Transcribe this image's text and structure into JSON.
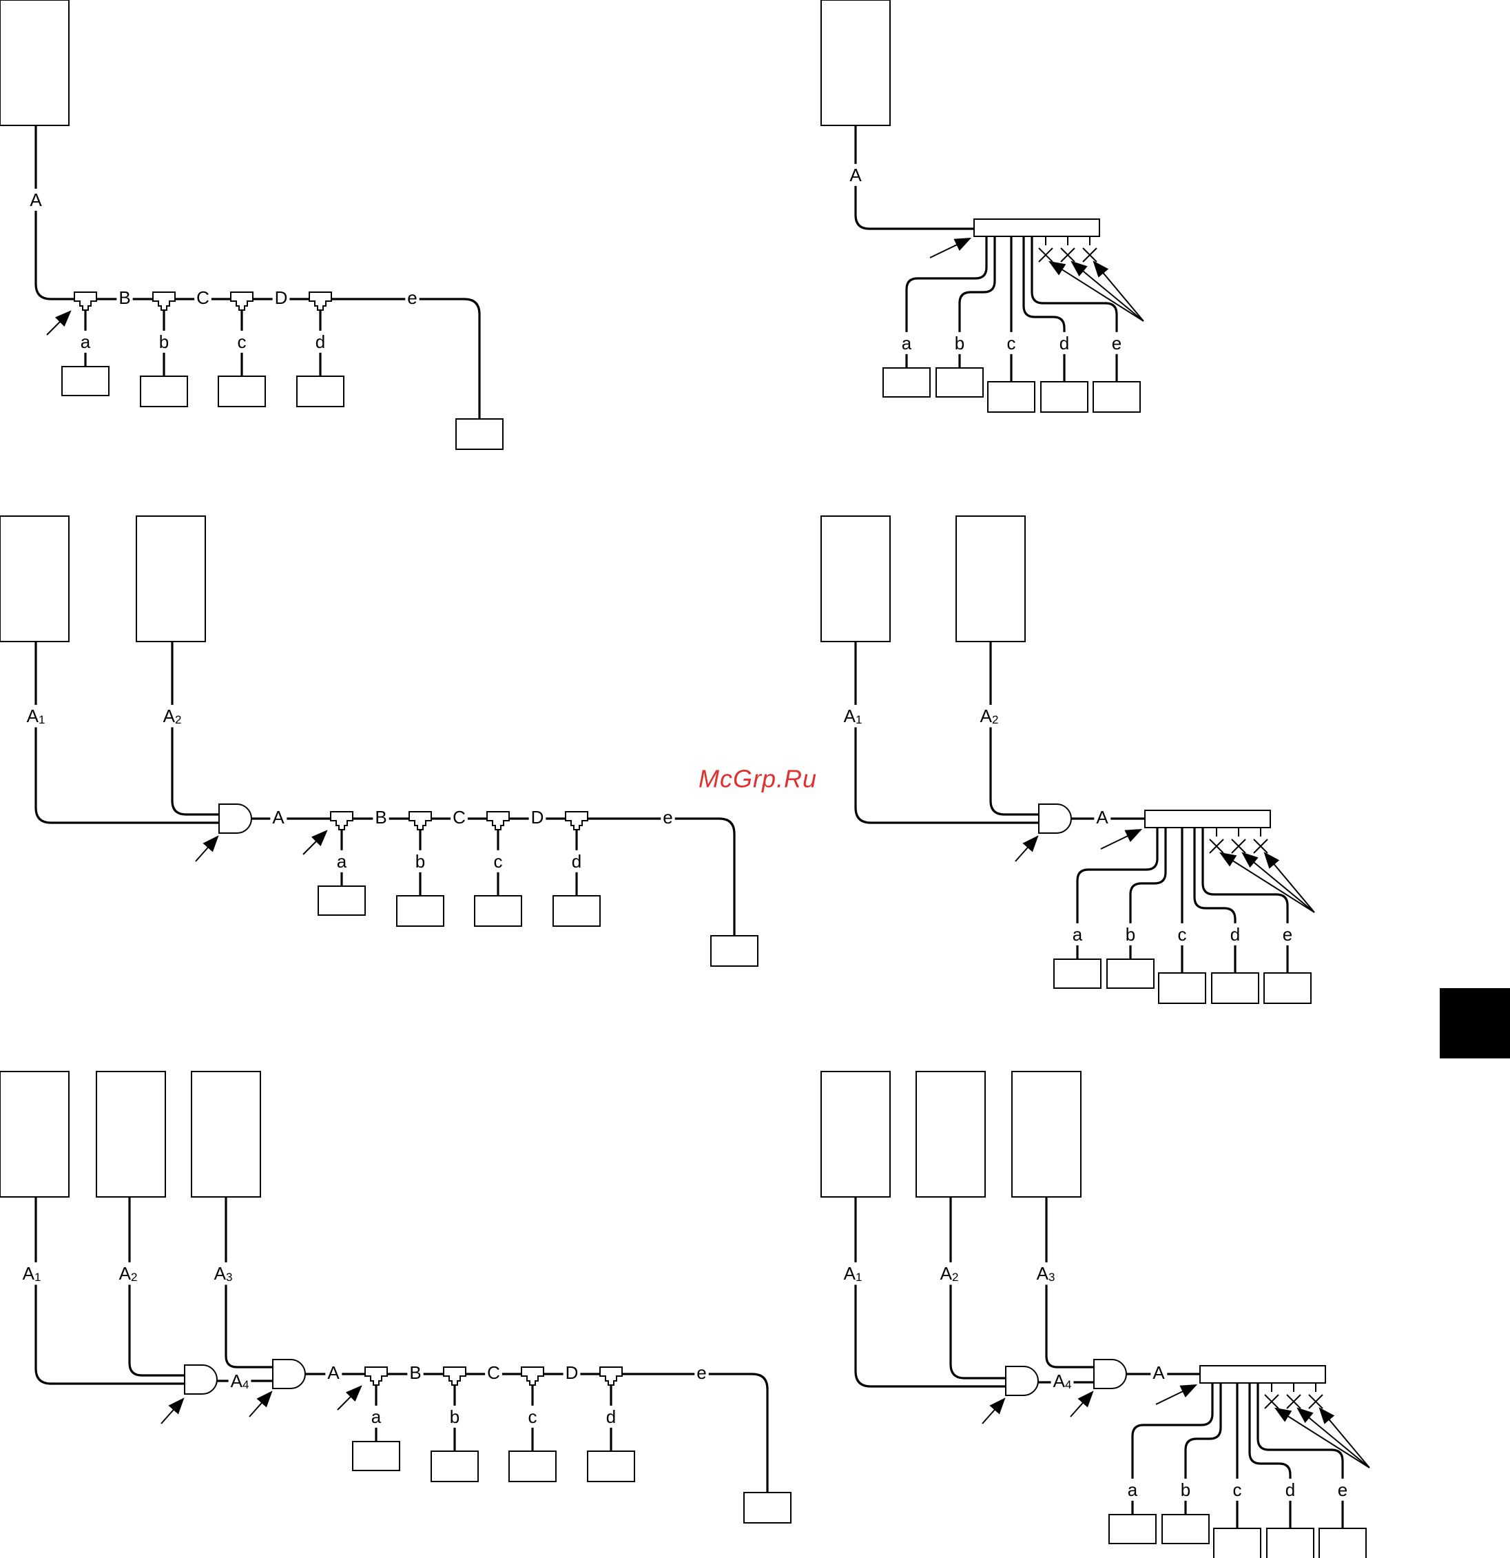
{
  "watermark": "McGrp.Ru",
  "labels": {
    "A": "A",
    "A1": "A1",
    "A2": "A2",
    "A3": "A3",
    "A4": "A4",
    "B": "B",
    "C": "C",
    "D": "D",
    "e": "e",
    "a": "a",
    "b": "b",
    "c": "c",
    "d": "d"
  },
  "panels": [
    {
      "id": "single-source-daisy-chain",
      "sources": 1,
      "layout": "daisy-chain"
    },
    {
      "id": "single-source-splitter",
      "sources": 1,
      "layout": "splitter"
    },
    {
      "id": "two-source-daisy-chain",
      "sources": 2,
      "layout": "daisy-chain"
    },
    {
      "id": "two-source-splitter",
      "sources": 2,
      "layout": "splitter"
    },
    {
      "id": "three-source-daisy-chain",
      "sources": 3,
      "layout": "daisy-chain"
    },
    {
      "id": "three-source-splitter",
      "sources": 3,
      "layout": "splitter"
    }
  ],
  "side_tab_color": "#000000"
}
